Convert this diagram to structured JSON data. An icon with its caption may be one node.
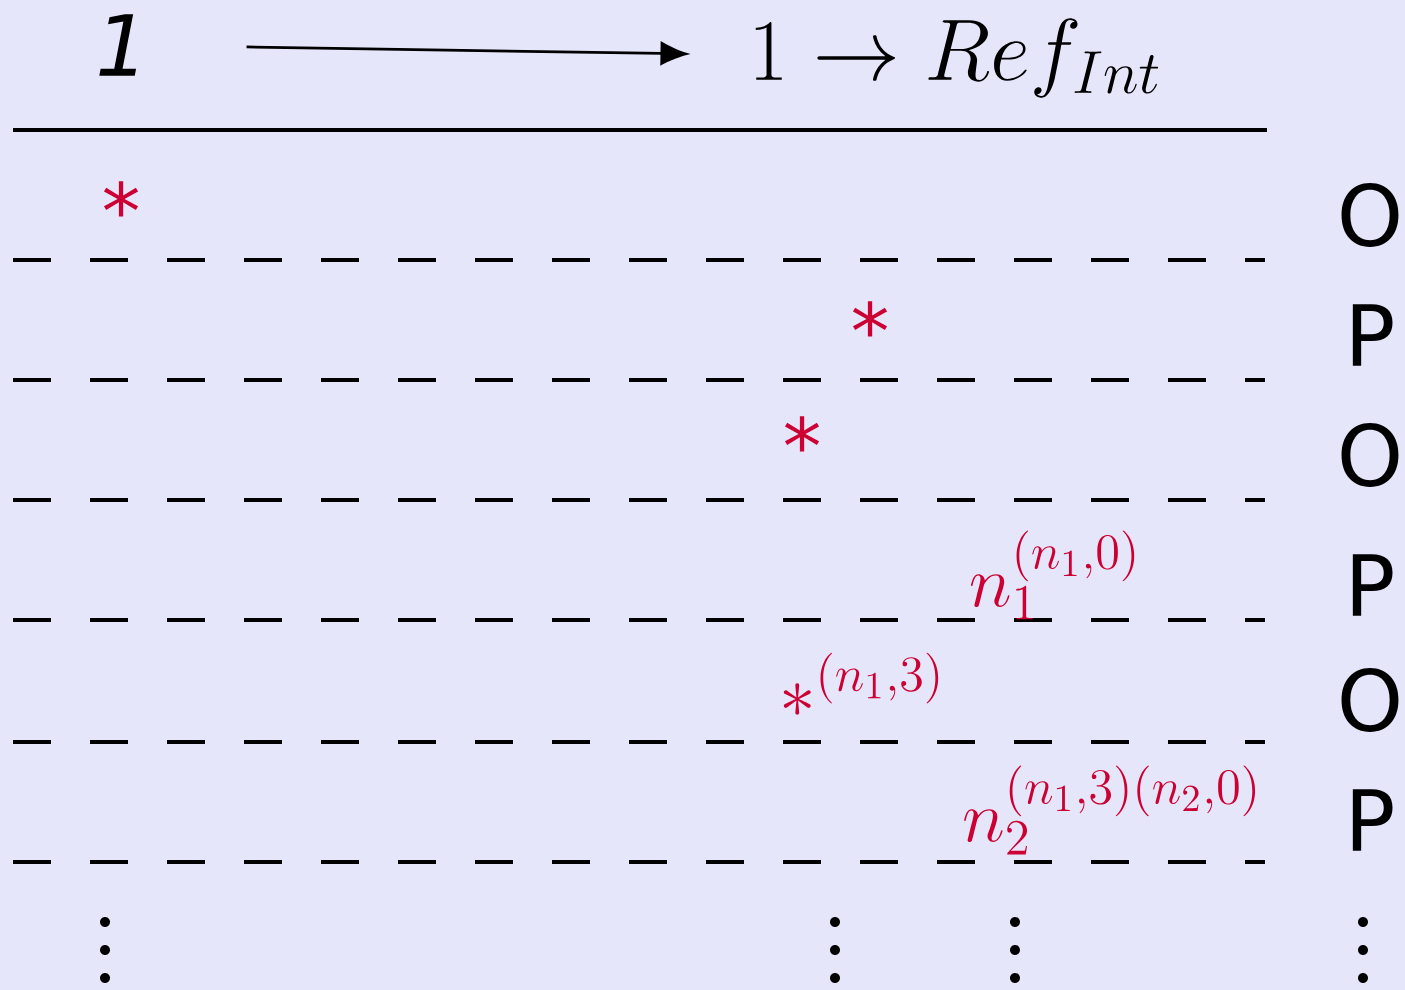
{
  "diagram": {
    "nodes": [
      {
        "text": [
          "1"
        ]
      },
      {
        "text": [
          "1 \\to Ref_{Int}"
        ]
      }
    ],
    "edges": [
      {
        "from": 0,
        "to": 1,
        "arrow": "to"
      }
    ],
    "labels": [
      "*",
      "O",
      "*",
      "P",
      "*",
      "O",
      "n_1^{(n_1,0)}",
      "P",
      "*^{(n_1,3)}",
      "O",
      "n_2^{(n_1,3)(n_2,0)}",
      "P"
    ]
  }
}
